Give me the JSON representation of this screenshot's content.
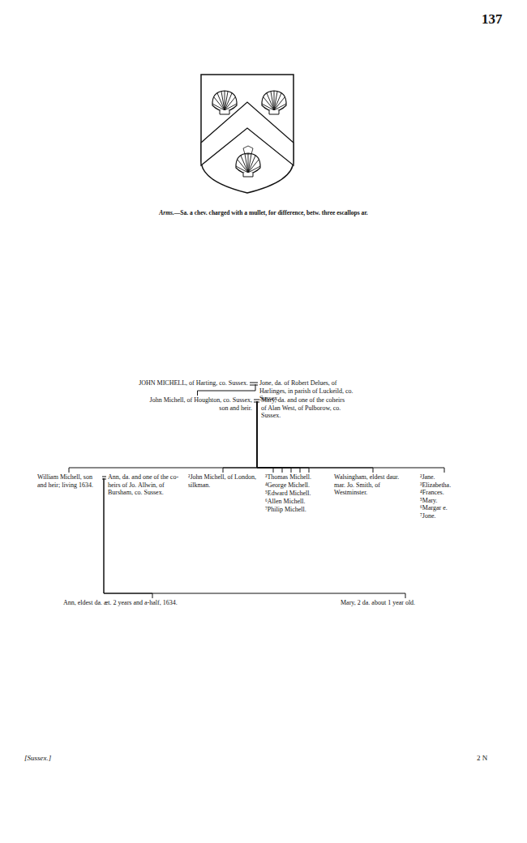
{
  "diagram": {
    "nodes": [
      {
        "text": [
          "JOHN MICHELL, of Harting, co. Sussex."
        ]
      },
      {
        "text": [
          "Jone, da. of Robert Delues, of Harlinges, in parish of Luckeild, co. Sussex."
        ]
      },
      {
        "text": [
          "John Michell, of Houghton, co. Sussex, son and heir."
        ]
      },
      {
        "text": [
          "Mary, da. and one of the coheirs of Alan West, of Pulborow, co. Sussex."
        ]
      },
      {
        "text": [
          "William Michell, son and heir; living 1634."
        ]
      },
      {
        "text": [
          "Ann, da. and one of the co-heirs of Jo. Allwin, of Bursham, co. Sussex."
        ]
      },
      {
        "text": [
          "²John Michell, of London, silkman."
        ]
      },
      {
        "text": [
          "³Thomas Michell."
        ]
      },
      {
        "text": [
          "⁴George Michell."
        ]
      },
      {
        "text": [
          "⁵Edward Michell."
        ]
      },
      {
        "text": [
          "⁶Allen Michell."
        ]
      },
      {
        "text": [
          "⁷Philip Michell."
        ]
      },
      {
        "text": [
          "Walsingham, eldest daur. mar. Jo. Smith, of Westminster."
        ]
      },
      {
        "text": [
          "²Jane.",
          "³Elizabetha.",
          "⁴Frances.",
          "⁵Mary.",
          "⁶Margar e.",
          "⁷Jone."
        ]
      },
      {
        "text": [
          "Ann, eldest da. æt. 2 years and a-half, 1634."
        ]
      },
      {
        "text": [
          "Mary, 2 da. about 1 year old."
        ]
      }
    ],
    "edges": [
      {
        "from": 0,
        "to": 1,
        "arrow": "none"
      },
      {
        "from": 2,
        "to": 3,
        "arrow": "none"
      },
      {
        "from": 4,
        "to": 5,
        "arrow": "none"
      },
      {
        "from": 1,
        "to": 2,
        "arrow": "none"
      },
      {
        "from": 3,
        "to": 4,
        "arrow": "none"
      },
      {
        "from": 3,
        "to": 6,
        "arrow": "none"
      },
      {
        "from": 3,
        "to": 7,
        "arrow": "none"
      },
      {
        "from": 3,
        "to": 8,
        "arrow": "none"
      },
      {
        "from": 3,
        "to": 9,
        "arrow": "none"
      },
      {
        "from": 3,
        "to": 10,
        "arrow": "none"
      },
      {
        "from": 3,
        "to": 11,
        "arrow": "none"
      },
      {
        "from": 3,
        "to": 12,
        "arrow": "none"
      },
      {
        "from": 3,
        "to": 13,
        "arrow": "none"
      },
      {
        "from": 5,
        "to": 14,
        "arrow": "none"
      },
      {
        "from": 5,
        "to": 15,
        "arrow": "none"
      }
    ],
    "labels": [
      "137",
      "Arms.",
      "—Sa. a chev. charged with a mullet, for difference, betw. three escallops ar.",
      "[Sussex.]",
      "2 N"
    ]
  }
}
